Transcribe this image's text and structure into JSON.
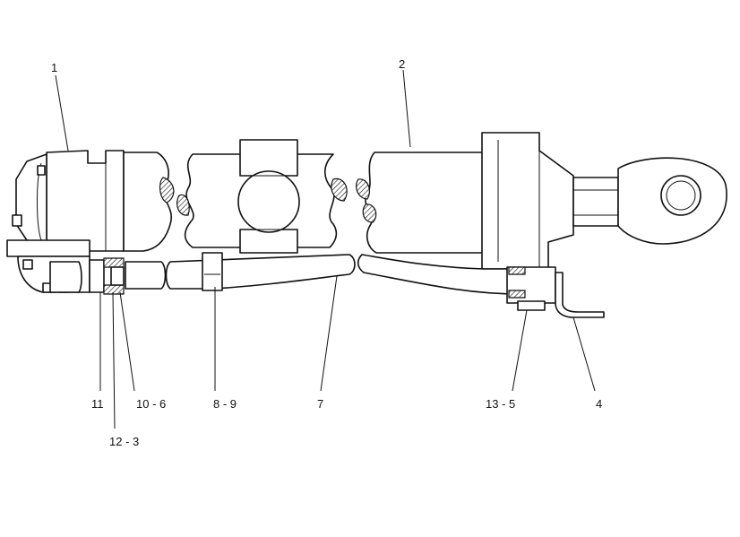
{
  "labels": {
    "p1": "1",
    "p2": "2",
    "p11": "11",
    "p10_6": "10 - 6",
    "p12_3": "12 - 3",
    "p8_9": "8 - 9",
    "p7": "7",
    "p13_5": "13 - 5",
    "p4": "4"
  },
  "colors": {
    "line": "#111111",
    "background": "#ffffff"
  }
}
